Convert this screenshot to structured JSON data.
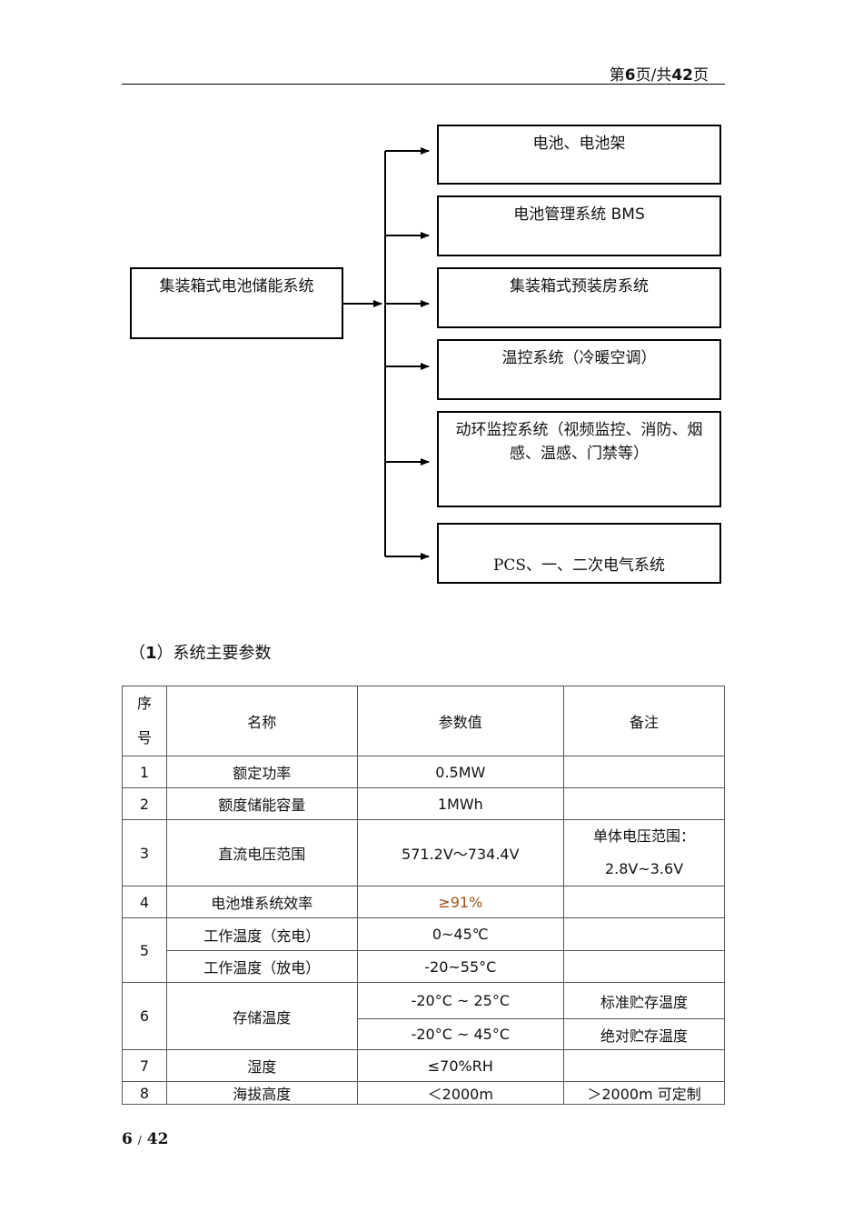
{
  "header": {
    "prefix": "第",
    "page": "6",
    "mid": "页/共",
    "total": "42",
    "suffix": "页"
  },
  "diagram": {
    "root": "集装箱式电池储能系统",
    "children": [
      "电池、电池架",
      "电池管理系统 BMS",
      "集装箱式预装房系统",
      "温控系统（冷暖空调）",
      "动环监控系统（视频监控、消防、烟感、温感、门禁等）",
      "PCS、一、二次电气系统"
    ]
  },
  "section": {
    "num": "1",
    "title": "系统主要参数"
  },
  "table": {
    "headers": [
      "序号",
      "名称",
      "参数值",
      "备注"
    ],
    "rows": [
      {
        "no": "1",
        "name": "额定功率",
        "value": "0.5MW",
        "note": ""
      },
      {
        "no": "2",
        "name": "额度储能容量",
        "value": "1MWh",
        "note": ""
      },
      {
        "no": "3",
        "name": "直流电压范围",
        "value": "571.2V～734.4V",
        "note": "单体电压范围：2.8V~3.6V"
      },
      {
        "no": "4",
        "name": "电池堆系统效率",
        "value": "≥91%",
        "note": ""
      },
      {
        "no": "5",
        "name_a": "工作温度（充电）",
        "value_a": "0~45℃",
        "name_b": "工作温度（放电）",
        "value_b": "-20~55°C"
      },
      {
        "no": "6",
        "name": "存储温度",
        "value_a": "-20°C ~ 25°C",
        "note_a": "标准贮存温度",
        "value_b": "-20°C ~ 45°C",
        "note_b": "绝对贮存温度"
      },
      {
        "no": "7",
        "name": "湿度",
        "value": "≤70%RH",
        "note": ""
      },
      {
        "no": "8",
        "name": "海拔高度",
        "value": "＜2000m",
        "note": "＞2000m 可定制"
      }
    ]
  },
  "footer": {
    "page": "6",
    "sep": "/",
    "total": "42"
  }
}
